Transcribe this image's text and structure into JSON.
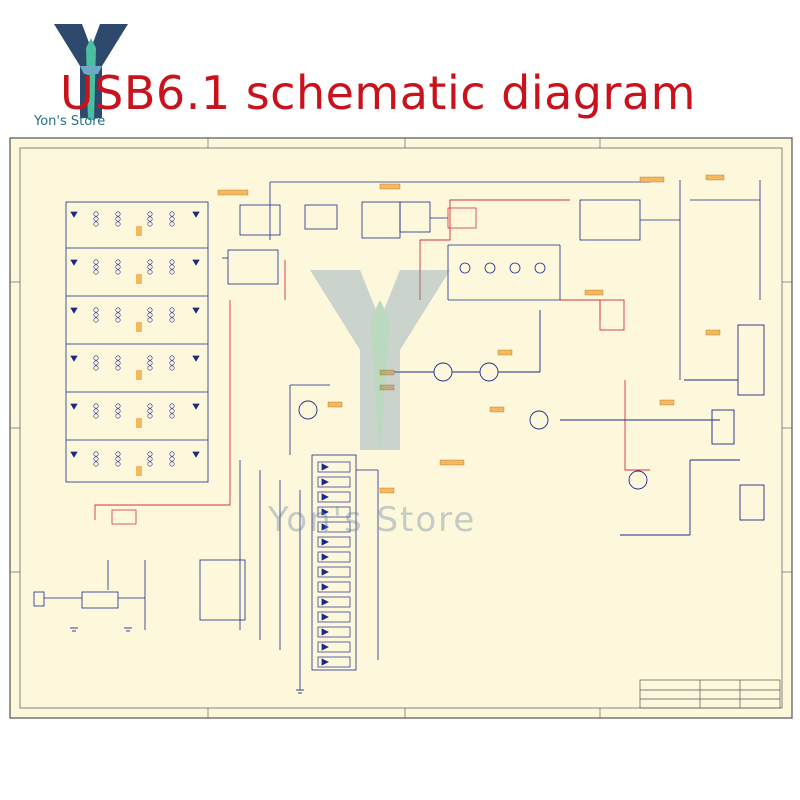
{
  "header": {
    "title": "USB6.1 schematic diagram",
    "store_name": "Yon's Store"
  },
  "watermark": {
    "text": "Yon's Store"
  },
  "colors": {
    "title": "#c8121c",
    "sheet_bg": "#fdf8dc",
    "wire": "#1b2a8a",
    "highlight_wire": "#d1343b",
    "brand": "#1f6f86"
  },
  "icons": [
    "yons-store-logo-icon",
    "transistor-icon",
    "relay-icon",
    "connector-icon",
    "ground-icon",
    "resistor-icon",
    "inductor-icon",
    "diode-icon"
  ]
}
